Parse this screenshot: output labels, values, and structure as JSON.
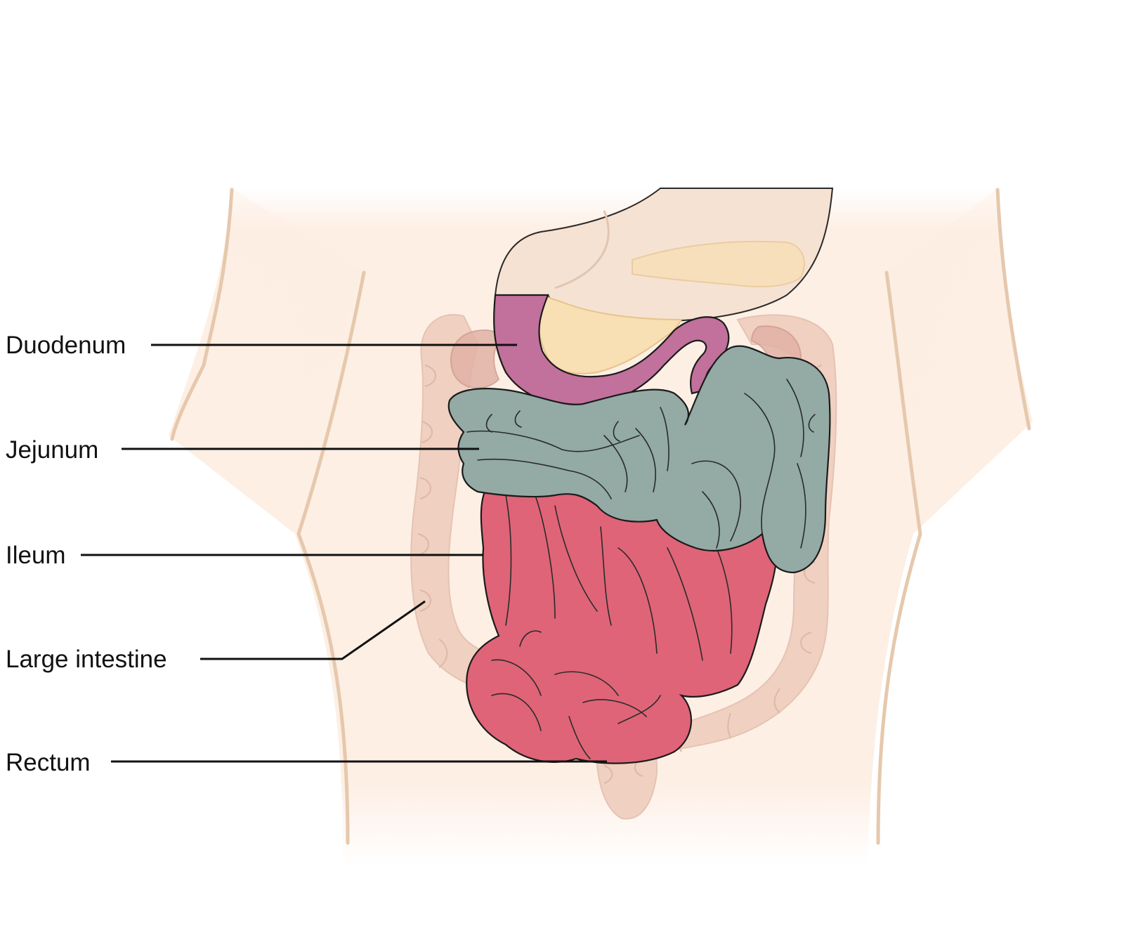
{
  "labels": [
    {
      "key": "duodenum",
      "text": "Duodenum"
    },
    {
      "key": "jejunum",
      "text": "Jejunum"
    },
    {
      "key": "ileum",
      "text": "Ileum"
    },
    {
      "key": "large_intestine",
      "text": "Large intestine"
    },
    {
      "key": "rectum",
      "text": "Rectum"
    }
  ],
  "colors": {
    "skin": "#fdeee3",
    "body_outline": "#e6c8ad",
    "stomach": "#f6e2d2",
    "pancreas": "#f8dfb4",
    "large_intestine": "#efcdbd",
    "duodenum": "#c2709c",
    "jejunum": "#93aaa5",
    "ileum": "#df6478",
    "kidney": "#e2b2a6"
  }
}
